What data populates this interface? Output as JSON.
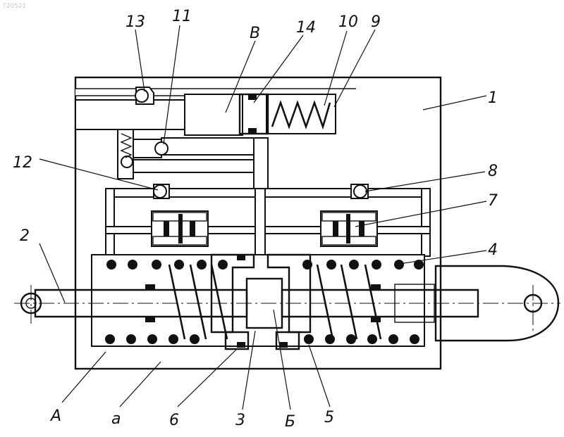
{
  "watermark": "720521",
  "callouts": [
    {
      "id": "13",
      "text": "13"
    },
    {
      "id": "11",
      "text": "11"
    },
    {
      "id": "B",
      "text": "В"
    },
    {
      "id": "14",
      "text": "14"
    },
    {
      "id": "10",
      "text": "10"
    },
    {
      "id": "9",
      "text": "9"
    },
    {
      "id": "1",
      "text": "1"
    },
    {
      "id": "12",
      "text": "12"
    },
    {
      "id": "8",
      "text": "8"
    },
    {
      "id": "7",
      "text": "7"
    },
    {
      "id": "2",
      "text": "2"
    },
    {
      "id": "4",
      "text": "4"
    },
    {
      "id": "A",
      "text": "А"
    },
    {
      "id": "a",
      "text": "а"
    },
    {
      "id": "6",
      "text": "6"
    },
    {
      "id": "3",
      "text": "3"
    },
    {
      "id": "Bv",
      "text": "Б"
    },
    {
      "id": "5",
      "text": "5"
    }
  ]
}
